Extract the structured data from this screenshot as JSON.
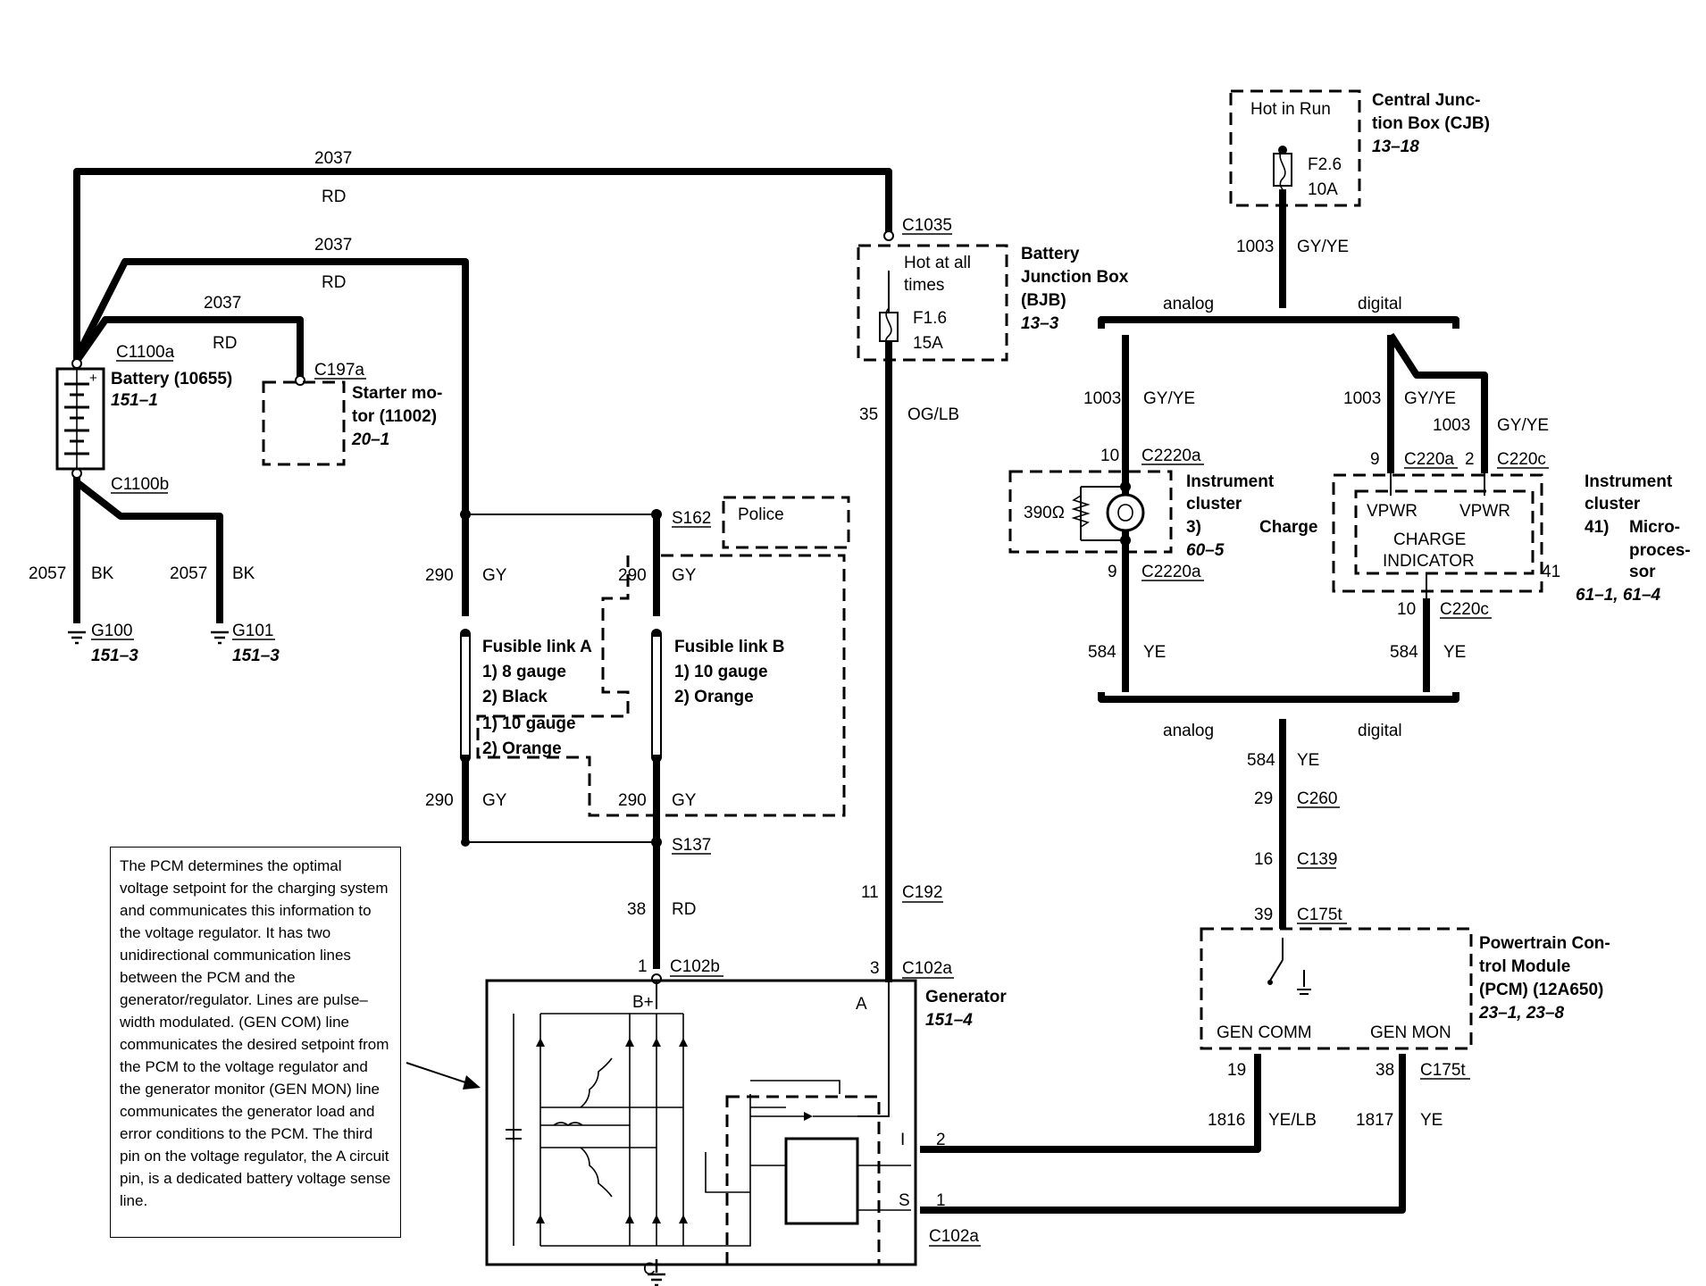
{
  "note": "The PCM determines the optimal voltage setpoint for the charging system and communicates this information to the voltage regulator. It has two unidirectional communication lines between the PCM and the generator/regulator. Lines are pulse–width modulated. (GEN COM) line communicates the desired setpoint from the PCM to the voltage regulator and the generator monitor (GEN MON) line communicates the generator load and error conditions to the PCM. The third pin on the voltage regulator, the A circuit pin, is a dedicated battery voltage sense line.",
  "battery": {
    "name": "Battery (10655)",
    "ref": "151–1",
    "top_conn": "C1100a",
    "bot_conn": "C1100b"
  },
  "starter": {
    "name1": "Starter mo-",
    "name2": "tor (11002)",
    "ref": "20–1",
    "conn": "C197a"
  },
  "grounds": [
    {
      "circuit": "2057",
      "color": "BK",
      "name": "G100",
      "ref": "151–3"
    },
    {
      "circuit": "2057",
      "color": "BK",
      "name": "G101",
      "ref": "151–3"
    }
  ],
  "wires_2037": [
    {
      "circuit": "2037",
      "color": "RD"
    },
    {
      "circuit": "2037",
      "color": "RD"
    },
    {
      "circuit": "2037",
      "color": "RD"
    }
  ],
  "bjb": {
    "conn": "C1035",
    "hot": "Hot at all",
    "hot2": "times",
    "fuse": "F1.6",
    "amp": "15A",
    "name1": "Battery",
    "name2": "Junction Box",
    "name3": "(BJB)",
    "ref": "13–3",
    "out_circuit": "35",
    "out_color": "OG/LB"
  },
  "cjb": {
    "hot": "Hot in Run",
    "fuse": "F2.6",
    "amp": "10A",
    "name1": "Central Junc-",
    "name2": "tion Box (CJB)",
    "ref": "13–18",
    "out_circuit": "1003",
    "out_color": "GY/YE"
  },
  "splices": {
    "s162": "S162",
    "s137": "S137",
    "police": "Police"
  },
  "links": {
    "a_title": "Fusible link A",
    "a1": "1)  8 gauge",
    "a2": "2)  Black",
    "a3": "1)  10 gauge",
    "a4": "2)  Orange",
    "b_title": "Fusible link B",
    "b1": "1)  10 gauge",
    "b2": "2)  Orange"
  },
  "gy290": {
    "circuit": "290",
    "color": "GY"
  },
  "rd38": {
    "circuit": "38",
    "color": "RD",
    "pin": "1",
    "conn": "C102b"
  },
  "c192": {
    "pin": "11",
    "conn": "C192"
  },
  "c102a": {
    "pin": "3",
    "conn": "C102a",
    "pin2": "2",
    "pin1": "1",
    "conn2": "C102a"
  },
  "generator": {
    "name": "Generator",
    "ref": "151–4",
    "bplus": "B+",
    "a": "A",
    "c": "C",
    "i": "I",
    "s": "S"
  },
  "analog": "analog",
  "digital": "digital",
  "ic_left": {
    "circ": "1003",
    "color": "GY/YE",
    "pin_top": "10",
    "conn_top": "C2220a",
    "res": "390Ω",
    "pin_bot": "9",
    "conn_bot": "C2220a",
    "out_circ": "584",
    "out_color": "YE",
    "name1": "Instrument",
    "name2": "cluster",
    "num": "3)",
    "label": "Charge",
    "ref": "60–5"
  },
  "ic_right": {
    "circ1": "1003",
    "color1": "GY/YE",
    "circ2": "1003",
    "color2": "GY/YE",
    "pin1": "9",
    "conn1": "C220a",
    "pin2": "2",
    "conn2": "C220c",
    "vpwr": "VPWR",
    "ind1": "CHARGE",
    "ind2": "INDICATOR",
    "pin41": "41",
    "pin_out": "10",
    "conn_out": "C220c",
    "out_circ": "584",
    "out_color": "YE",
    "name1": "Instrument",
    "name2": "cluster",
    "num": "41)",
    "label1": "Micro-",
    "label2": "proces-",
    "label3": "sor",
    "ref": "61–1, 61–4"
  },
  "ye584": {
    "circ": "584",
    "color": "YE"
  },
  "c260": {
    "pin": "29",
    "conn": "C260"
  },
  "c139": {
    "pin": "16",
    "conn": "C139"
  },
  "c175t": {
    "pin": "39",
    "conn": "C175t"
  },
  "pcm": {
    "name1": "Powertrain Con-",
    "name2": "trol Module",
    "name3": "(PCM) (12A650)",
    "ref": "23–1, 23–8",
    "gcomm": "GEN COMM",
    "gmon": "GEN MON",
    "pin19": "19",
    "pin38": "38",
    "conn": "C175t"
  },
  "lb1816": {
    "circ": "1816",
    "color": "YE/LB"
  },
  "ye1817": {
    "circ": "1817",
    "color": "YE"
  }
}
